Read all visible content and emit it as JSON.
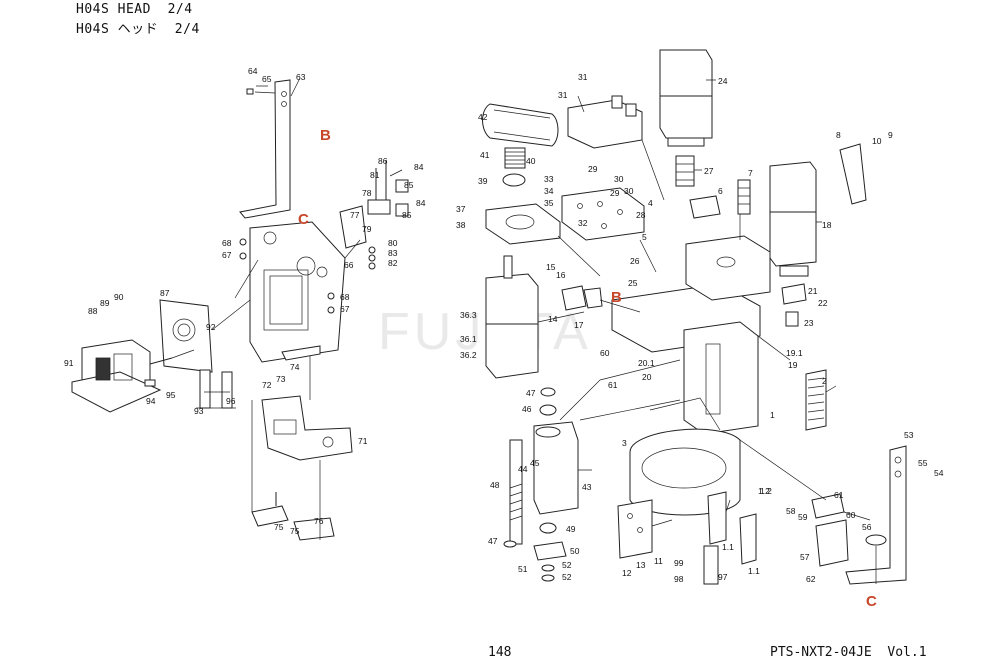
{
  "header": {
    "title_line_1": "H04S HEAD  2/4",
    "title_line_2": "H04S ヘッド  2/4"
  },
  "footer": {
    "page_number": "148",
    "document_code": "PTS-NXT2-04JE  Vol.1"
  },
  "watermark": "FUJI TA",
  "colors": {
    "reference_letter": "#c8472a",
    "line": "#222222"
  },
  "reference_letters": [
    "B",
    "C",
    "B",
    "C"
  ],
  "part_numbers": [
    "64",
    "65",
    "63",
    "86",
    "81",
    "78",
    "77",
    "79",
    "85",
    "84",
    "85",
    "84",
    "80",
    "83",
    "82",
    "68",
    "67",
    "66",
    "68",
    "67",
    "87",
    "89",
    "90",
    "88",
    "92",
    "91",
    "74",
    "73",
    "72",
    "94",
    "95",
    "93",
    "96",
    "71",
    "75",
    "75",
    "76",
    "31",
    "31",
    "42",
    "41",
    "40",
    "39",
    "33",
    "34",
    "35",
    "29",
    "30",
    "29",
    "30",
    "28",
    "24",
    "27",
    "37",
    "38",
    "32",
    "4",
    "5",
    "6",
    "7",
    "26",
    "25",
    "15",
    "16",
    "14",
    "17",
    "36.3",
    "36.1",
    "36.2",
    "8",
    "10",
    "9",
    "18",
    "21",
    "22",
    "23",
    "60",
    "20.1",
    "20",
    "61",
    "19.1",
    "19",
    "2",
    "47",
    "46",
    "1",
    "1.2",
    "3",
    "44",
    "45",
    "48",
    "43",
    "47",
    "49",
    "50",
    "51",
    "52",
    "52",
    "12",
    "13",
    "11",
    "99",
    "98",
    "97",
    "1.1",
    "1.1",
    "1.2",
    "53",
    "55",
    "54",
    "58",
    "59",
    "61",
    "60",
    "56",
    "57",
    "62"
  ]
}
